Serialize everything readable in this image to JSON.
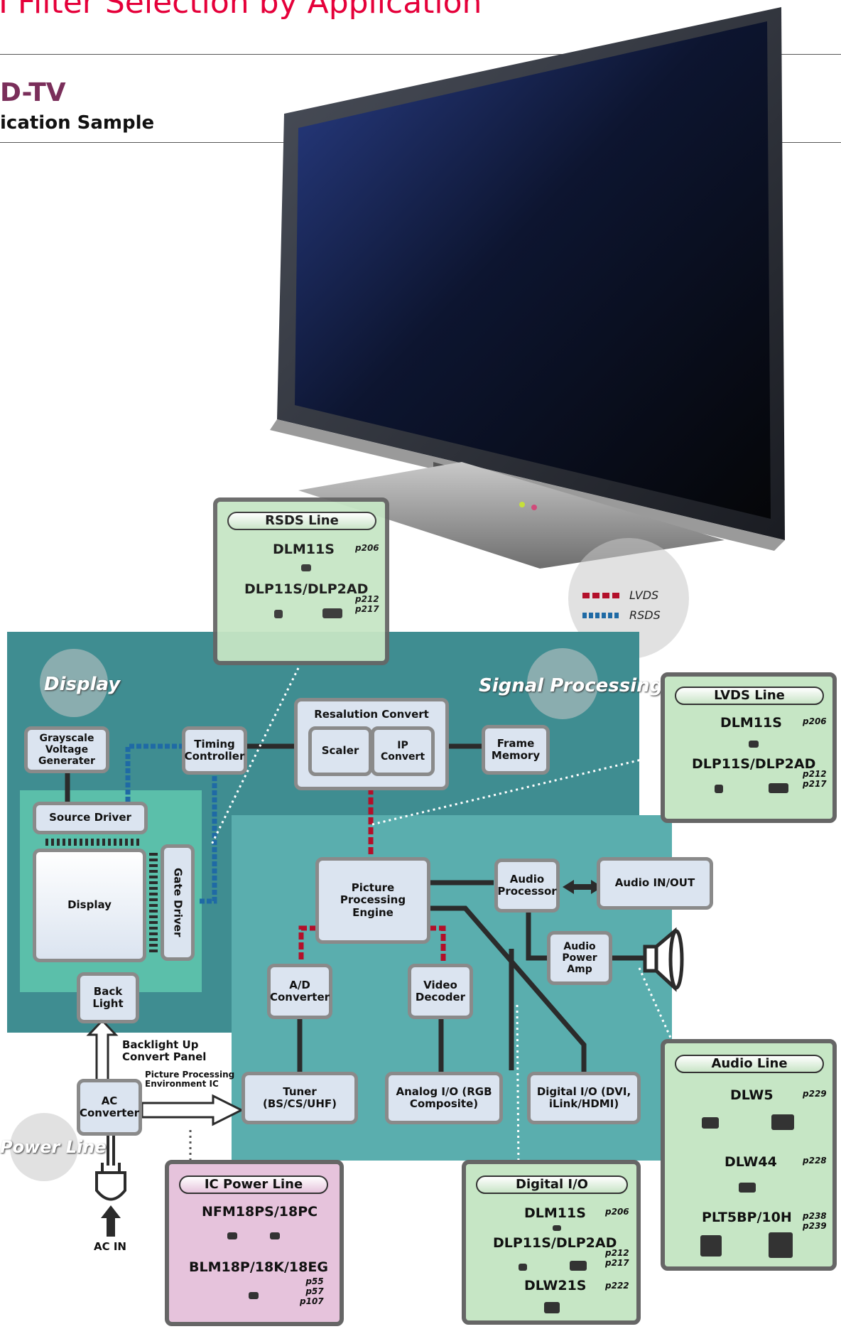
{
  "header": {
    "title": "MI Filter Selection by Application",
    "subtitle": "D-TV",
    "subsubtitle": "ication Sample"
  },
  "regions": {
    "display": "Display",
    "signal": "Signal Processing",
    "power": "Power Line"
  },
  "legend": {
    "lvds": "LVDS",
    "rsds": "RSDS"
  },
  "blocks": {
    "grayscale": "Grayscale Voltage Generater",
    "timing": "Timing Controller",
    "resalution": "Resalution Convert",
    "scaler": "Scaler",
    "ipconvert": "IP Convert",
    "frame": "Frame Memory",
    "source": "Source Driver",
    "display": "Display",
    "gate": "Gate Driver",
    "backlight": "Back Light",
    "ppe": "Picture Processing Engine",
    "audioproc": "Audio Processor",
    "audioio": "Audio IN/OUT",
    "audioamp": "Audio Power Amp",
    "ad": "A/D Converter",
    "video": "Video Decoder",
    "tuner": "Tuner (BS/CS/UHF)",
    "analog": "Analog I/O (RGB Composite)",
    "digital": "Digital I/O (DVI, iLink/HDMI)",
    "ac": "AC Converter"
  },
  "labels": {
    "backlight_up": "Backlight Up Convert Panel",
    "ppe_ic": "Picture Processing Environment IC",
    "ac_in": "AC IN"
  },
  "panels": {
    "rsds": {
      "title": "RSDS Line",
      "p1": "DLM11S",
      "p1pg": "p206",
      "p2": "DLP11S/DLP2AD",
      "p2pg": "p212\np217"
    },
    "lvds": {
      "title": "LVDS Line",
      "p1": "DLM11S",
      "p1pg": "p206",
      "p2": "DLP11S/DLP2AD",
      "p2pg": "p212\np217"
    },
    "audio": {
      "title": "Audio Line",
      "p1": "DLW5",
      "p1pg": "p229",
      "p2": "DLW44",
      "p2pg": "p228",
      "p3": "PLT5BP/10H",
      "p3pg": "p238\np239"
    },
    "digital": {
      "title": "Digital I/O",
      "p1": "DLM11S",
      "p1pg": "p206",
      "p2": "DLP11S/DLP2AD",
      "p2pg": "p212\np217",
      "p3": "DLW21S",
      "p3pg": "p222"
    },
    "icpower": {
      "title": "IC Power Line",
      "p1": "NFM18PS/18PC",
      "p2": "BLM18P/18K/18EG",
      "p2pg": "p55\np57\np107"
    }
  },
  "colors": {
    "lvds": "#b3102a",
    "rsds": "#1f6aa5",
    "title": "#e5003a",
    "teal_dark": "#3f8d91",
    "teal_light": "#5aaeae"
  }
}
